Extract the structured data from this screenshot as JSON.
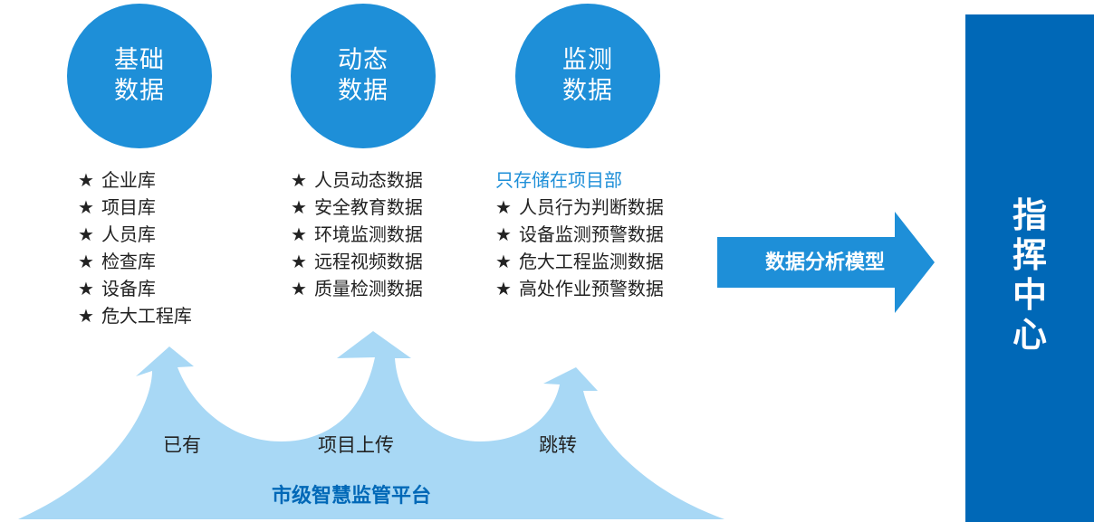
{
  "categories": [
    {
      "line1": "基础",
      "line2": "数据",
      "items": [
        "企业库",
        "项目库",
        "人员库",
        "检查库",
        "设备库",
        "危大工程库"
      ]
    },
    {
      "line1": "动态",
      "line2": "数据",
      "items": [
        "人员动态数据",
        "安全教育数据",
        "环境监测数据",
        "远程视频数据",
        "质量检测数据"
      ]
    },
    {
      "line1": "监测",
      "line2": "数据",
      "note": "只存储在项目部",
      "items": [
        "人员行为判断数据",
        "设备监测预警数据",
        "危大工程监测数据",
        "高处作业预警数据"
      ]
    }
  ],
  "star": "★",
  "arrow_label": "数据分析模型",
  "command_center": "指挥中心",
  "flow": {
    "labels": [
      "已有",
      "项目上传",
      "跳转"
    ],
    "platform": "市级智慧监管平台"
  },
  "colors": {
    "circle": "#1e8fd8",
    "arrow": "#1e8fd8",
    "panel": "#0068b7",
    "flow_fill": "#a8d8f5",
    "platform_text": "#0068b7",
    "note_text": "#1e8fd8"
  }
}
